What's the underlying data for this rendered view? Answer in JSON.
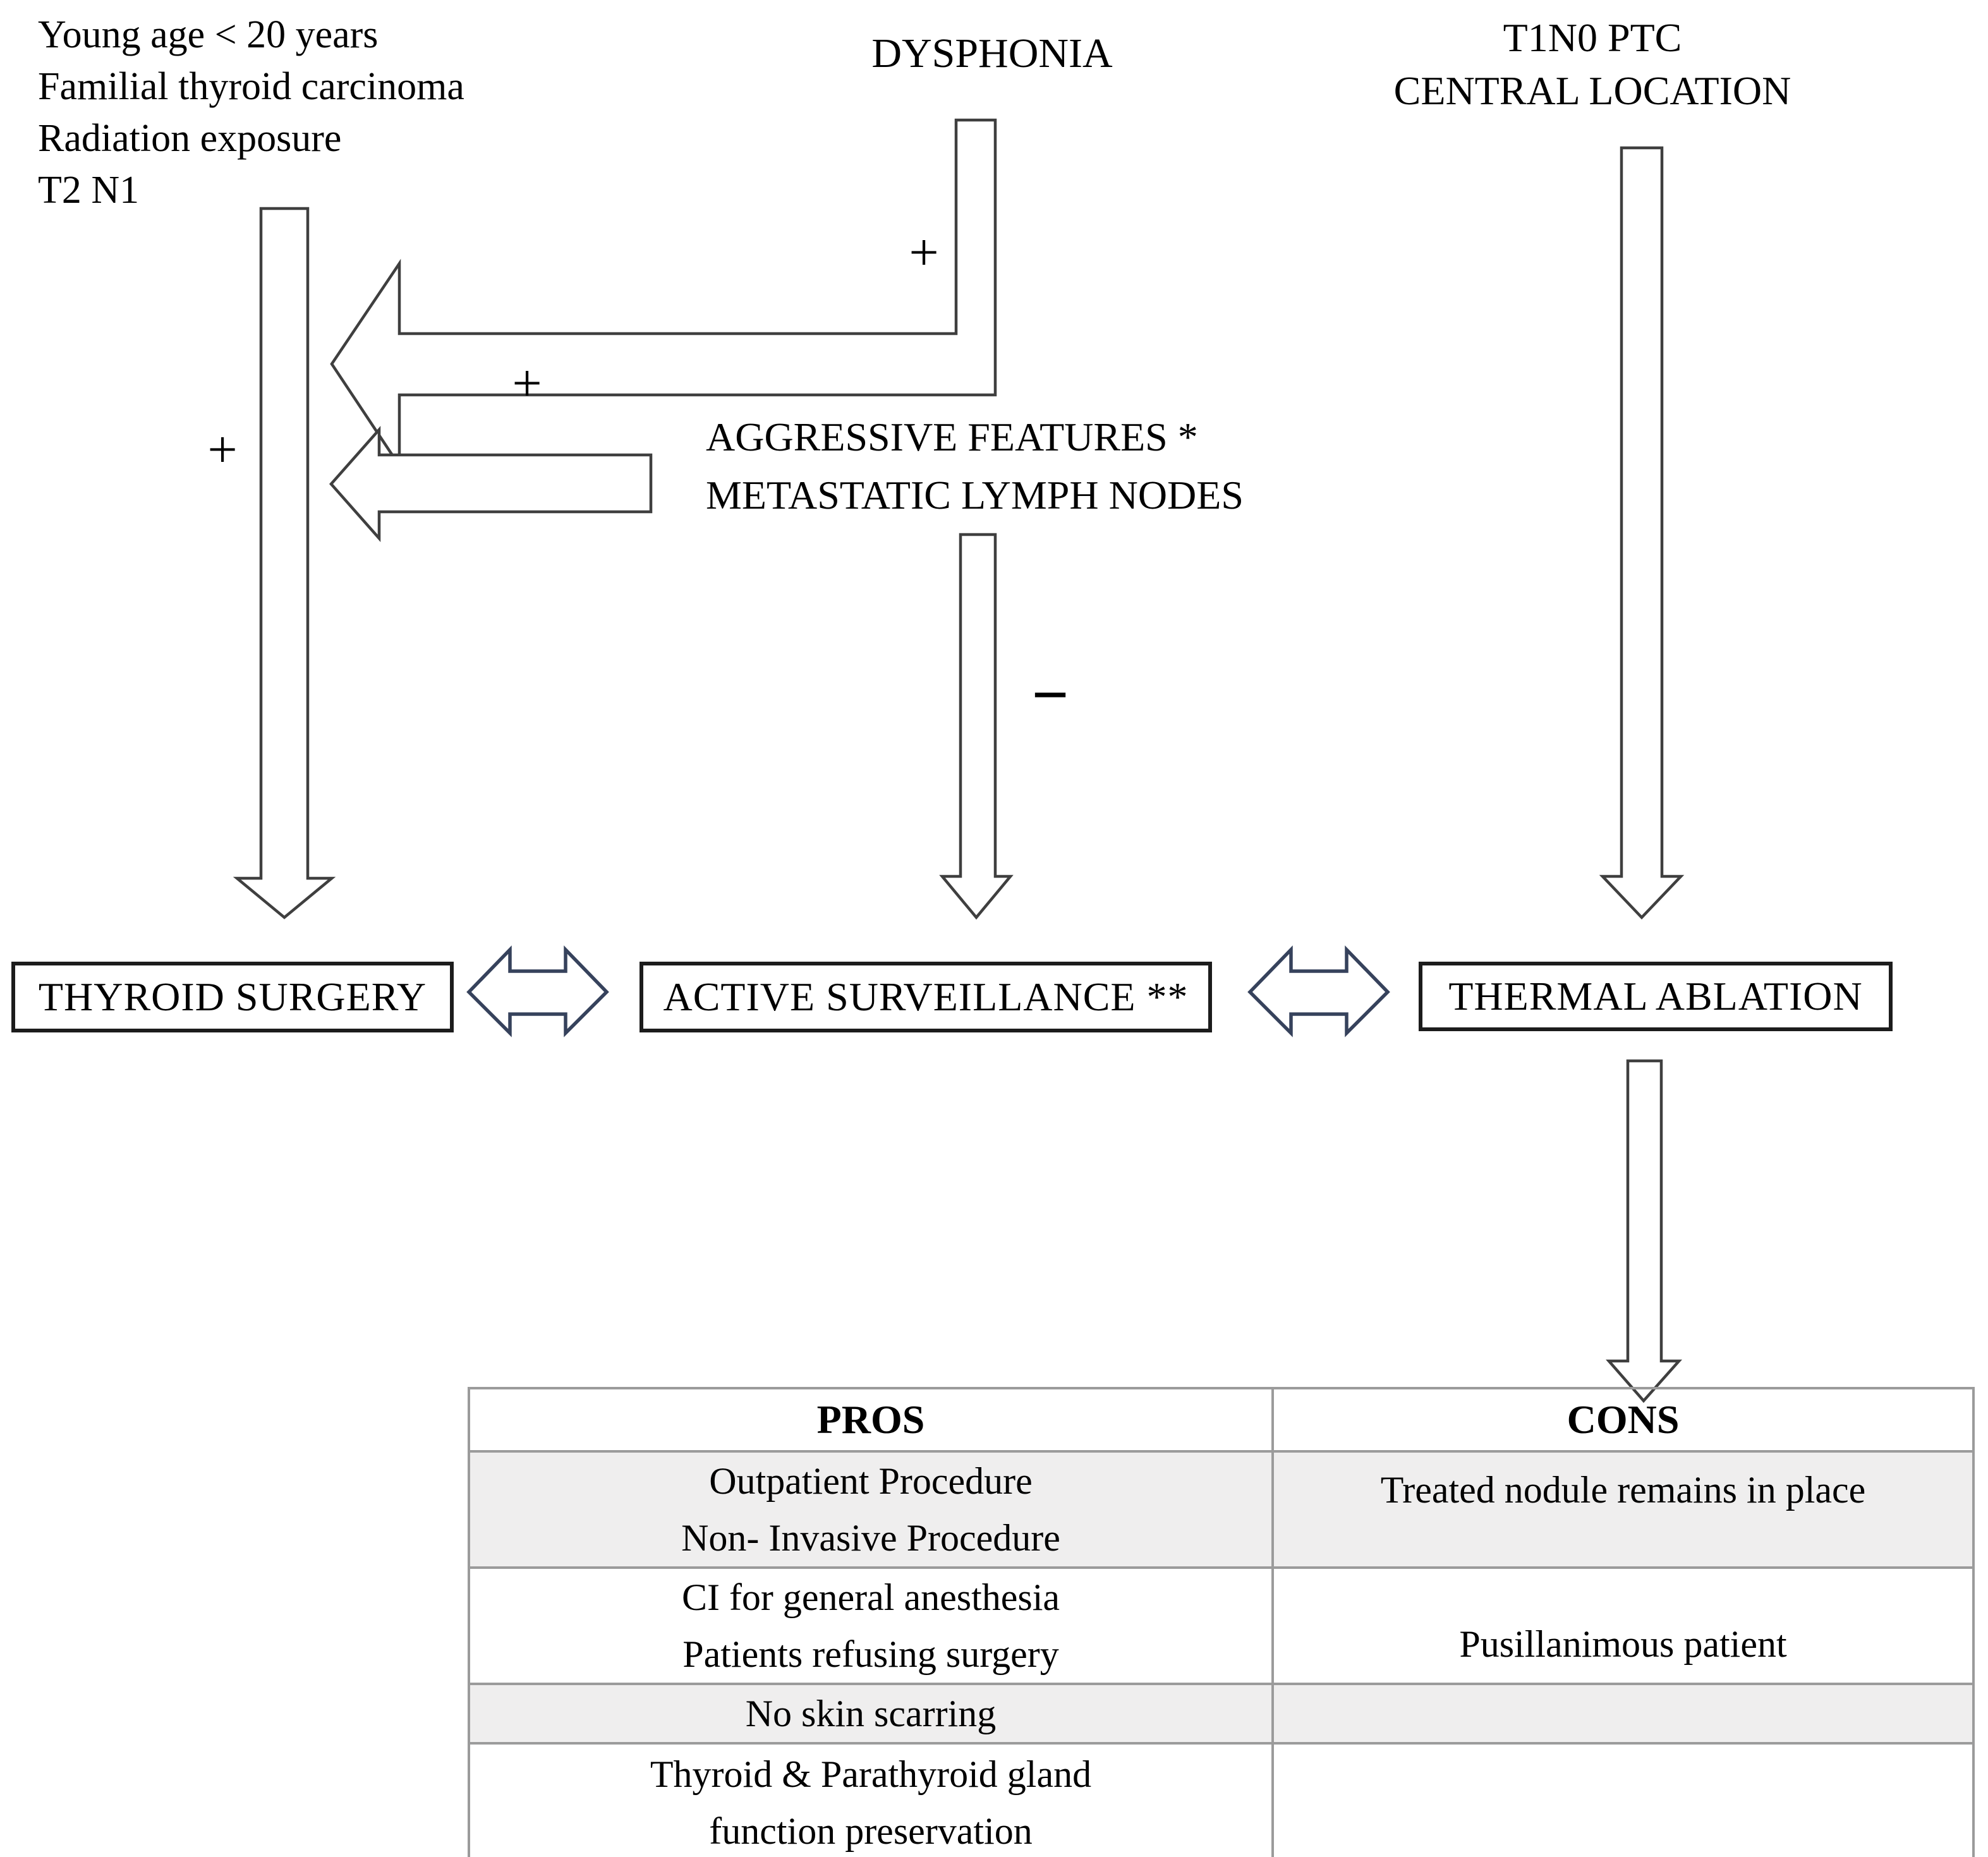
{
  "risk_factors": {
    "lines": [
      "Young age < 20 years",
      "Familial thyroid carcinoma",
      "Radiation exposure",
      "T2 N1"
    ]
  },
  "dysphonia_label": "DYSPHONIA",
  "t1n0": {
    "line1": "T1N0 PTC",
    "line2": "CENTRAL LOCATION"
  },
  "aggressive": {
    "line1": "AGGRESSIVE FEATURES *",
    "line2": "METASTATIC LYMPH NODES"
  },
  "signs": {
    "plus_risk_factors": "+",
    "plus_dysphonia": "+",
    "plus_aggressive": "+",
    "minus_surveillance": "−"
  },
  "nodes": {
    "surgery": "THYROID SURGERY",
    "surveillance": "ACTIVE SURVEILLANCE **",
    "ablation": "THERMAL ABLATION"
  },
  "table": {
    "headers": {
      "pros": "PROS",
      "cons": "CONS"
    },
    "rows": [
      {
        "pros": "Outpatient Procedure\nNon- Invasive Procedure",
        "cons": "Treated nodule remains in place",
        "shaded": true
      },
      {
        "pros": "CI for general anesthesia\nPatients refusing surgery",
        "cons": "Pusillanimous patient",
        "shaded": false
      },
      {
        "pros": "No skin scarring",
        "cons": "",
        "shaded": true
      },
      {
        "pros": "Thyroid & Parathyroid gland\nfunction preservation",
        "cons": "",
        "shaded": false
      }
    ]
  },
  "colors": {
    "text": "#000000",
    "background": "#ffffff",
    "arrow_outline": "#3f3f3f",
    "double_arrow_outline": "#36425c",
    "box_border": "#1c1c1c",
    "table_border": "#9b9b9b",
    "row_shade": "#efeeee"
  }
}
